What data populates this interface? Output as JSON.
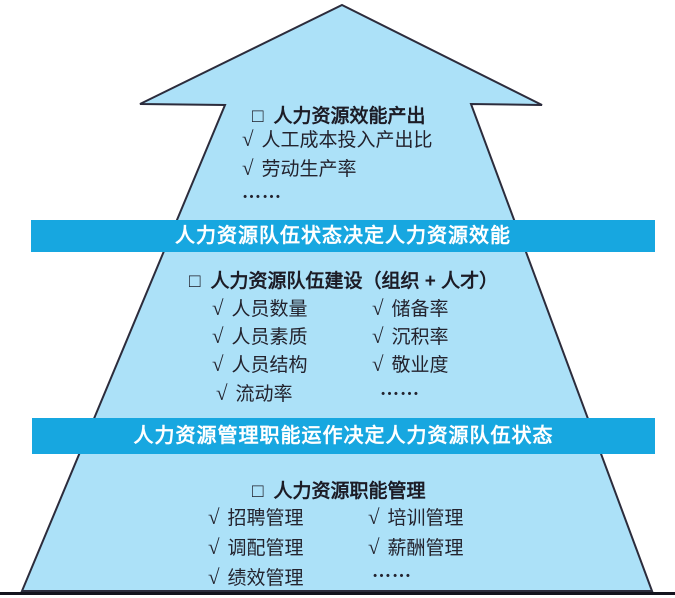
{
  "icons": {
    "square": "□",
    "check": "√"
  },
  "colors": {
    "arrow_fill": "#ace1f8",
    "arrow_outline": "#2c2c3c",
    "band_fill": "#17a7e0",
    "band_text": "#ffffff",
    "body_text": "#23232e",
    "baseline": "#14141e"
  },
  "sections": {
    "top": {
      "title": "人力资源效能产出",
      "items": [
        "人工成本投入产出比",
        "劳动生产率"
      ],
      "ellipsis": "……"
    },
    "band1": {
      "label": "人力资源队伍状态决定人力资源效能"
    },
    "middle": {
      "title": "人力资源队伍建设（组织 + 人才）",
      "col1": [
        "人员数量",
        "人员素质",
        "人员结构",
        "流动率"
      ],
      "col2": [
        "储备率",
        "沉积率",
        "敬业度"
      ],
      "ellipsis": "……"
    },
    "band2": {
      "label": "人力资源管理职能运作决定人力资源队伍状态"
    },
    "bottom": {
      "title": "人力资源职能管理",
      "col1": [
        "招聘管理",
        "调配管理",
        "绩效管理"
      ],
      "col2": [
        "培训管理",
        "薪酬管理"
      ],
      "ellipsis": "……"
    }
  }
}
